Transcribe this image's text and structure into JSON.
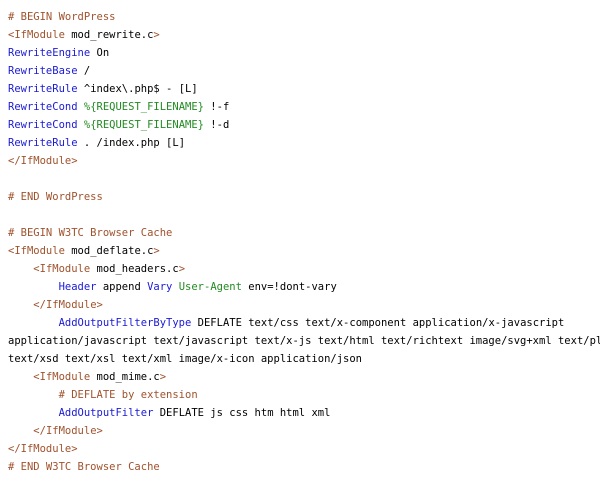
{
  "colors": {
    "comment": "#a0522d",
    "tag": "#a0522d",
    "directive": "#1a1ad6",
    "string": "#228b22",
    "text": "#000000",
    "background": "#ffffff"
  },
  "lines": [
    {
      "comment": "# BEGIN WordPress"
    },
    {
      "tag_open": "<IfModule",
      "arg": " mod_rewrite.c",
      "tag_close": ">"
    },
    {
      "directive": "RewriteEngine",
      "rest": " On"
    },
    {
      "directive": "RewriteBase",
      "rest": " /"
    },
    {
      "directive": "RewriteRule",
      "rest": " ^index\\.php$ - [L]"
    },
    {
      "directive": "RewriteCond",
      "str": " %{REQUEST_FILENAME}",
      "rest": " !-f"
    },
    {
      "directive": "RewriteCond",
      "str": " %{REQUEST_FILENAME}",
      "rest": " !-d"
    },
    {
      "directive": "RewriteRule",
      "rest": " . /index.php [L]"
    },
    {
      "tag": "</IfModule>"
    },
    {
      "blank": ""
    },
    {
      "comment": "# END WordPress"
    },
    {
      "blank": ""
    },
    {
      "comment": "# BEGIN W3TC Browser Cache"
    },
    {
      "tag_open": "<IfModule",
      "arg": " mod_deflate.c",
      "tag_close": ">"
    },
    {
      "indent": "    ",
      "tag_open": "<IfModule",
      "arg": " mod_headers.c",
      "tag_close": ">"
    },
    {
      "indent": "        ",
      "directive": "Header",
      "rest1": " append ",
      "directive2": "Vary",
      "str": " User-Agent",
      "rest": " env=!dont-vary"
    },
    {
      "indent": "    ",
      "tag": "</IfModule>"
    },
    {
      "indent": "        ",
      "directive": "AddOutputFilterByType",
      "rest": " DEFLATE text/css text/x-component application/x-javascript"
    },
    {
      "rest": "application/javascript text/javascript text/x-js text/html text/richtext image/svg+xml text/plain"
    },
    {
      "rest": "text/xsd text/xsl text/xml image/x-icon application/json"
    },
    {
      "indent": "    ",
      "tag_open": "<IfModule",
      "arg": " mod_mime.c",
      "tag_close": ">"
    },
    {
      "indent": "        ",
      "comment": "# DEFLATE by extension"
    },
    {
      "indent": "        ",
      "directive": "AddOutputFilter",
      "rest": " DEFLATE js css htm html xml"
    },
    {
      "indent": "    ",
      "tag": "</IfModule>"
    },
    {
      "tag": "</IfModule>"
    },
    {
      "comment": "# END W3TC Browser Cache"
    }
  ]
}
